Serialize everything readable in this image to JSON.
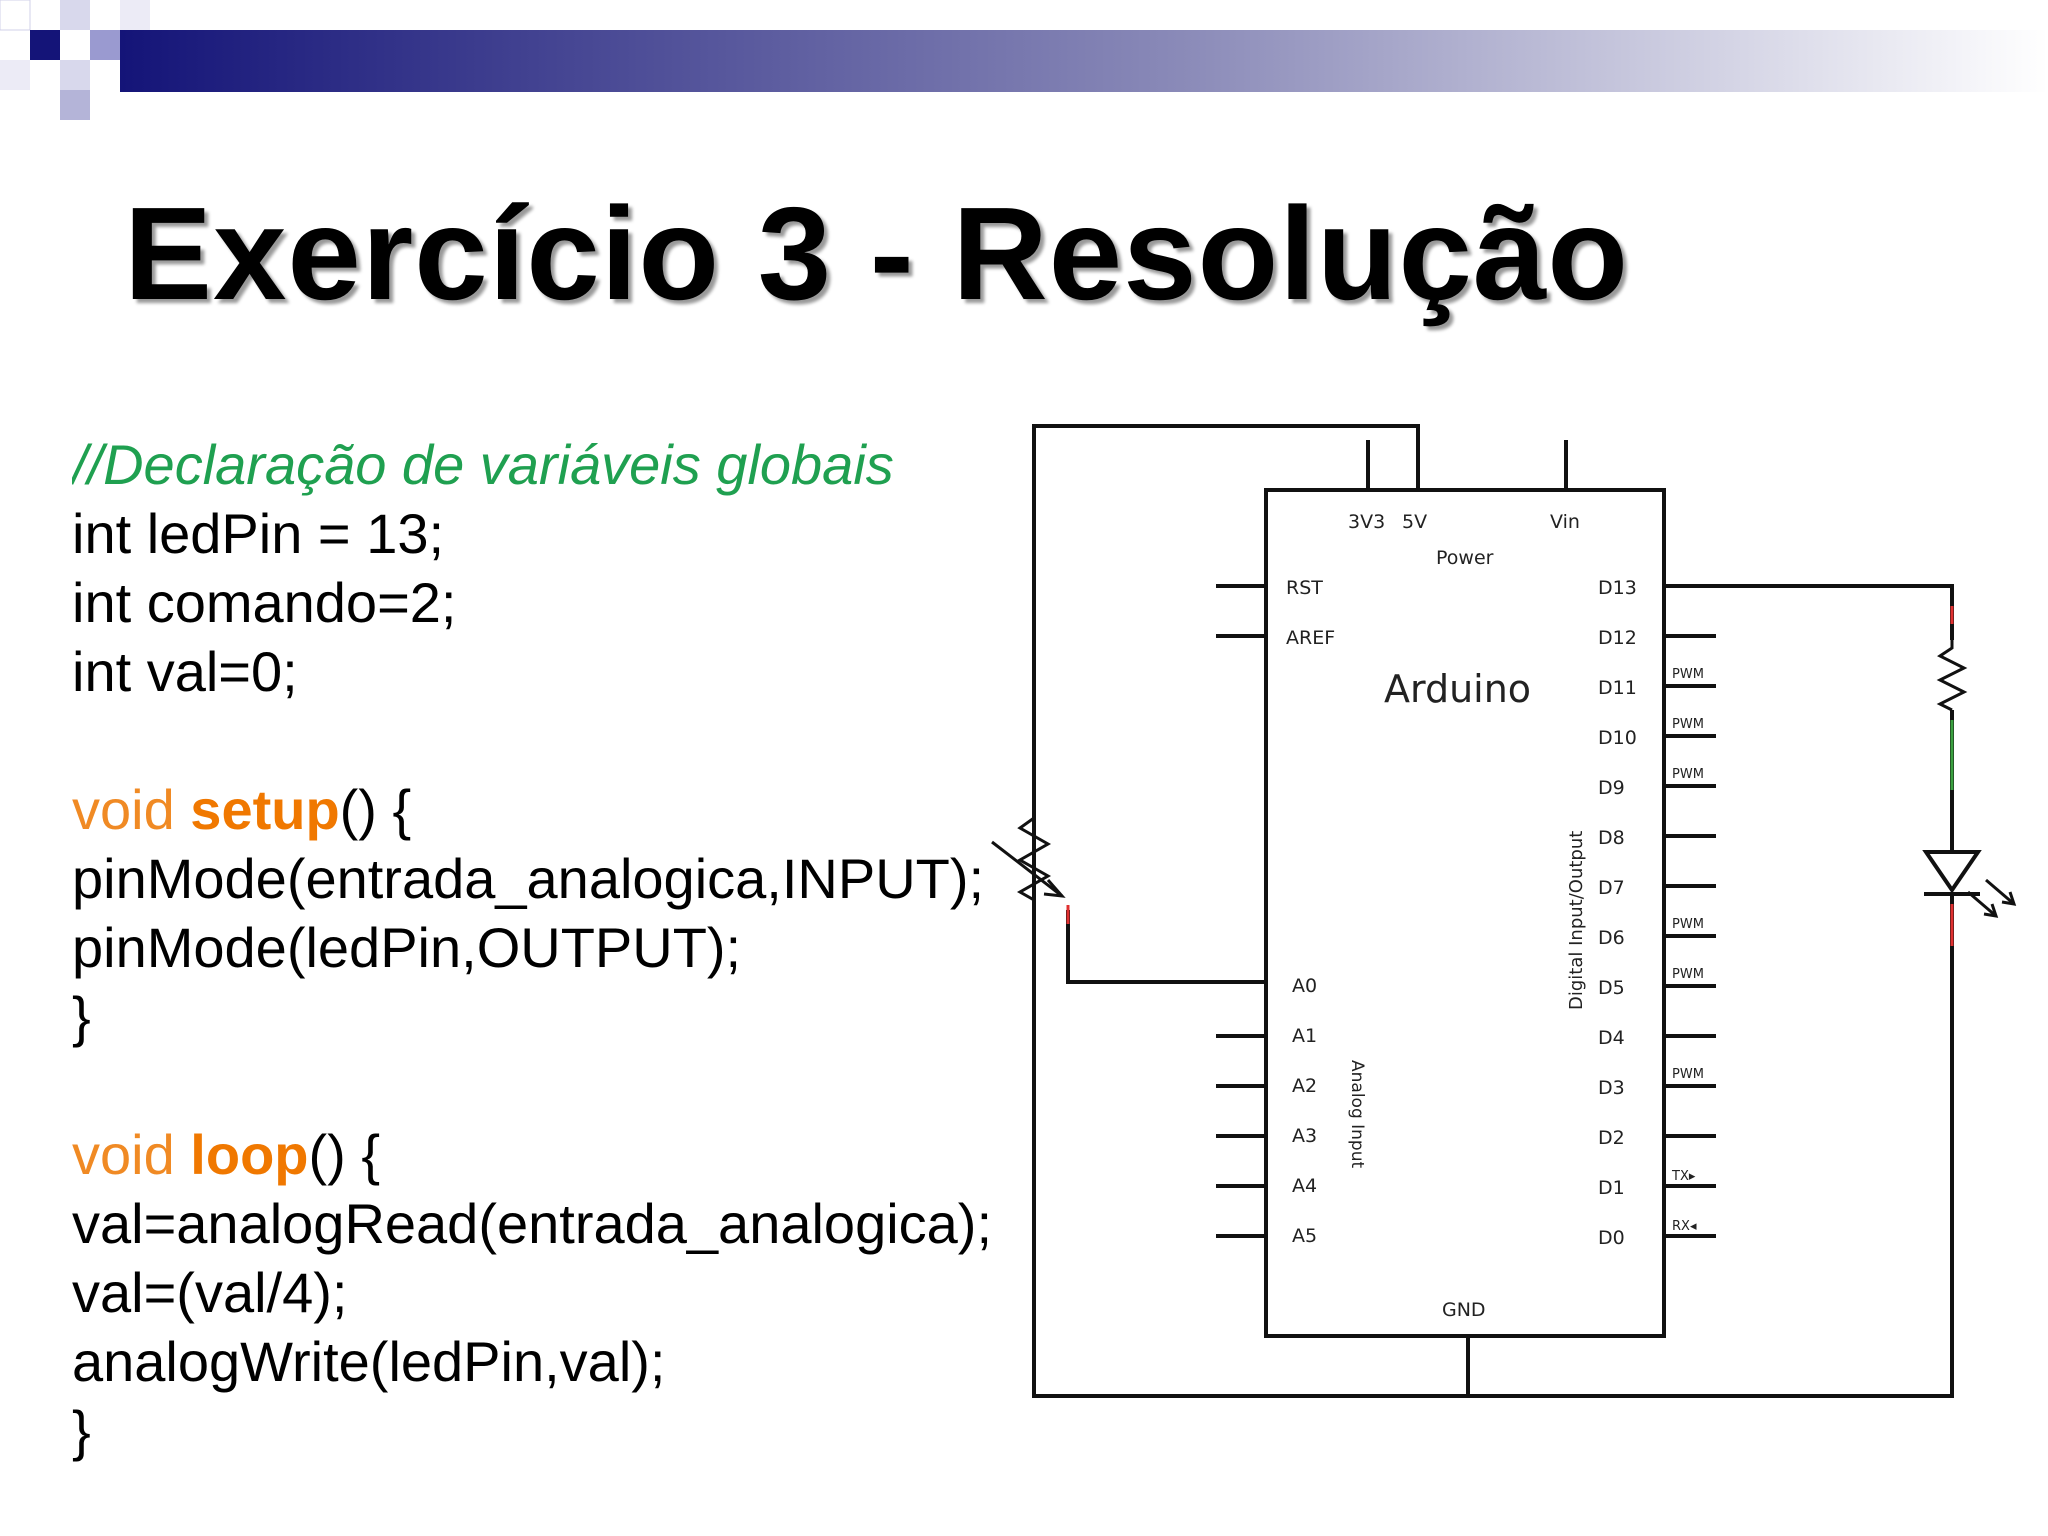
{
  "slide": {
    "title": "Exercício 3 - Resolução",
    "accent_color": "#1a1a80"
  },
  "code": {
    "comment": "//Declaração de variáveis globais",
    "decl1": "int ledPin = 13;",
    "decl2": "int comando=2;",
    "decl3": "int val=0;",
    "setup_kw": "void ",
    "setup_name": "setup",
    "setup_rest": "() {",
    "setup_body1": "pinMode(entrada_analogica,INPUT);",
    "setup_body2": "pinMode(ledPin,OUTPUT);",
    "setup_close": "}",
    "loop_kw": "void ",
    "loop_name": "loop",
    "loop_rest": "() {",
    "loop_body1": "val=analogRead(entrada_analogica);",
    "loop_body2": "val=(val/4);",
    "loop_body3": "analogWrite(ledPin,val);",
    "loop_close": "}"
  },
  "diagram": {
    "board_name": "Arduino",
    "power_label": "Power",
    "pin_3v3": "3V3",
    "pin_5v": "5V",
    "pin_vin": "Vin",
    "pin_rst": "RST",
    "pin_aref": "AREF",
    "gnd_label": "GND",
    "analog_section": "Analog Input",
    "digital_section": "Digital Input/Output",
    "analog_pins": [
      "A0",
      "A1",
      "A2",
      "A3",
      "A4",
      "A5"
    ],
    "digital_pins": [
      "D13",
      "D12",
      "D11",
      "D10",
      "D9",
      "D8",
      "D7",
      "D6",
      "D5",
      "D4",
      "D3",
      "D2",
      "D1",
      "D0"
    ],
    "pwm_label": "PWM",
    "tx_label": "TX▸",
    "rx_label": "RX◂"
  }
}
